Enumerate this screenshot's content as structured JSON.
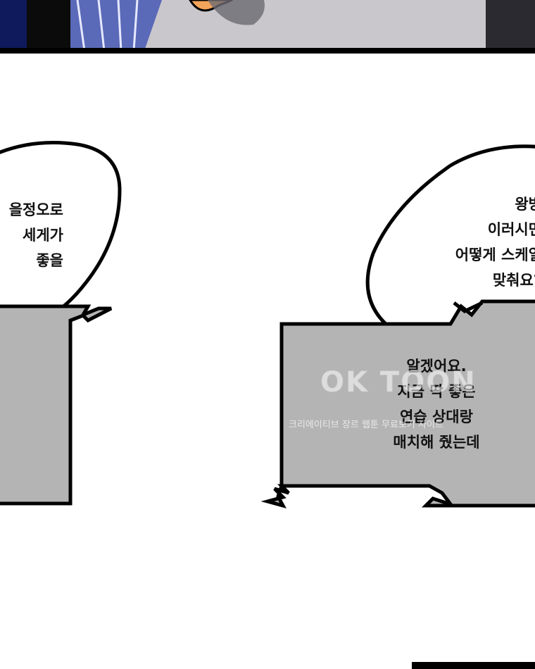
{
  "colors": {
    "panel_gray": "#b4b4b4",
    "outline": "#000000",
    "bubble_fill": "#ffffff",
    "top_panel_blue": "#4f5fa8",
    "top_panel_gray": "#c9c7cc"
  },
  "bubble_left": {
    "lines": [
      "을정오로",
      "세게가",
      "좋을"
    ]
  },
  "bubble_right": {
    "lines": [
      "왕방",
      "이러시면",
      "어떻게 스케일",
      "맞춰요?"
    ]
  },
  "box_right": {
    "lines": [
      "알겠어요.",
      "지금 딱 좋은",
      "연습 상대랑",
      "매치해 줬는데"
    ]
  },
  "watermark": {
    "text": "OK TOON",
    "sub": "크리에이티브 장르 웹툰 무료보기 사이트"
  }
}
